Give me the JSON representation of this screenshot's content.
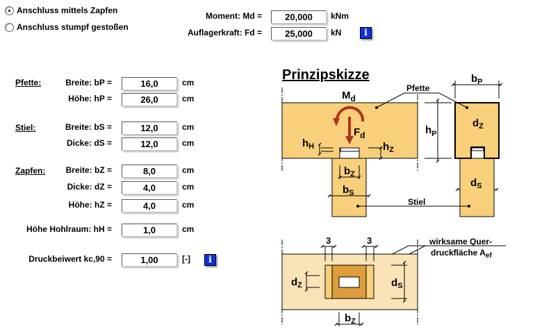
{
  "options": [
    {
      "label": "Anschluss mittels Zapfen",
      "selected": true
    },
    {
      "label": "Anschluss stumpf gestoßen",
      "selected": false
    }
  ],
  "loads": [
    {
      "label": "Moment: Md =",
      "value": "20,000",
      "unit": "kNm"
    },
    {
      "label": "Auflagerkraft: Fd =",
      "value": "25,000",
      "unit": "kN"
    }
  ],
  "info_icon": "i",
  "sections": {
    "pfette": "Pfette:",
    "stiel": "Stiel:",
    "zapfen": "Zapfen:"
  },
  "fields": [
    {
      "label": "Breite: bP =",
      "value": "16,0",
      "unit": "cm"
    },
    {
      "label": "Höhe: hP =",
      "value": "26,0",
      "unit": "cm"
    },
    {
      "label": "Breite: bS =",
      "value": "12,0",
      "unit": "cm"
    },
    {
      "label": "Dicke: dS =",
      "value": "12,0",
      "unit": "cm"
    },
    {
      "label": "Breite: bZ =",
      "value": "8,0",
      "unit": "cm"
    },
    {
      "label": "Dicke: dZ =",
      "value": "4,0",
      "unit": "cm"
    },
    {
      "label": "Höhe: hZ =",
      "value": "4,0",
      "unit": "cm"
    },
    {
      "label": "Höhe Hohlraum: hH =",
      "value": "1,0",
      "unit": "cm"
    },
    {
      "label": "Druckbeiwert kc,90 =",
      "value": "1,00",
      "unit": "[-]"
    }
  ],
  "diagram": {
    "title": "Prinzipskizze",
    "pfette": "Pfette",
    "stiel": "Stiel",
    "three": "3",
    "M": "M",
    "d": "d",
    "F": "F",
    "h": "h",
    "b": "b",
    "H": "H",
    "Z": "Z",
    "P": "P",
    "S": "S",
    "aef1": "wirksame Quer-",
    "aef2": "druckfläche A",
    "aef_sub": "ef"
  },
  "colors": {
    "wood": "#f8cf7a",
    "wood_light": "#fbe3b8",
    "wood_dark": "#dd9c3e",
    "arrow": "#b0321c",
    "info": "#1030e0"
  }
}
